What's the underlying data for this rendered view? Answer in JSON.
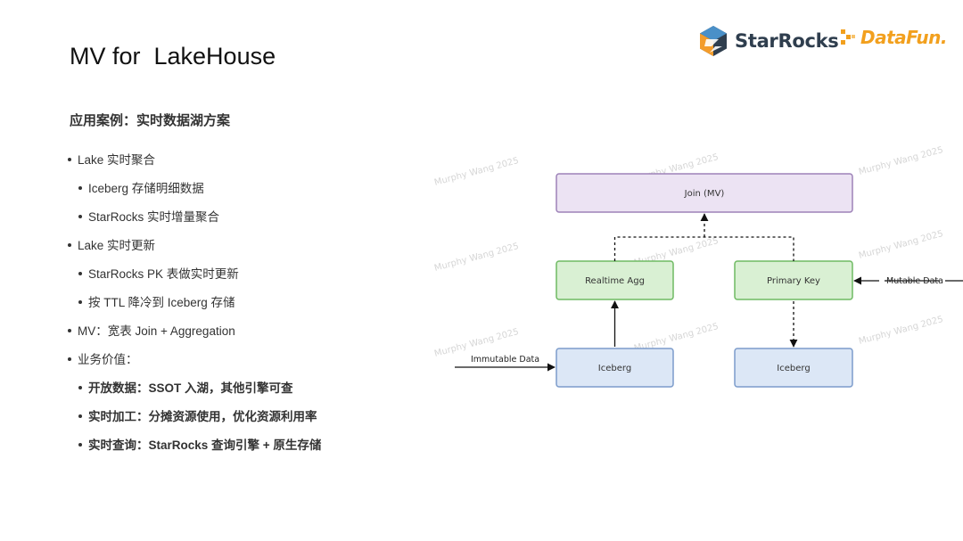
{
  "title": "MV for  LakeHouse",
  "logos": {
    "starrocks": "StarRocks",
    "datafun": "DataFun."
  },
  "subtitle": "应用案例：实时数据湖方案",
  "bullets": [
    {
      "text": "Lake 实时聚合",
      "level": 1,
      "bold": false
    },
    {
      "text": "Iceberg 存储明细数据",
      "level": 2,
      "bold": false
    },
    {
      "text": "StarRocks 实时增量聚合",
      "level": 2,
      "bold": false
    },
    {
      "text": "Lake 实时更新",
      "level": 1,
      "bold": false
    },
    {
      "text": "StarRocks PK 表做实时更新",
      "level": 2,
      "bold": false
    },
    {
      "text": "按 TTL 降冷到 Iceberg 存储",
      "level": 2,
      "bold": false
    },
    {
      "text": "MV：宽表 Join + Aggregation",
      "level": 1,
      "bold": false
    },
    {
      "text": "业务价值：",
      "level": 1,
      "bold": false
    },
    {
      "text": "开放数据：SSOT 入湖，其他引擎可查",
      "level": 2,
      "bold": true
    },
    {
      "text": "实时加工：分摊资源使用，优化资源利用率",
      "level": 2,
      "bold": true
    },
    {
      "text": "实时查询：StarRocks 查询引擎 + 原生存储",
      "level": 2,
      "bold": true
    }
  ],
  "diagram": {
    "nodes": {
      "join_mv": "Join (MV)",
      "realtime_agg": "Realtime Agg",
      "primary_key": "Primary Key",
      "iceberg_left": "Iceberg",
      "iceberg_right": "Iceberg"
    },
    "edge_labels": {
      "immutable": "Immutable Data",
      "mutable": "Mutable Data"
    },
    "watermark": "Murphy Wang 2025",
    "colors": {
      "purple_fill": "#ece3f3",
      "purple_stroke": "#9d82b8",
      "green_fill": "#d9f0d3",
      "green_stroke": "#6fba63",
      "blue_fill": "#dce7f6",
      "blue_stroke": "#7c9ccb"
    }
  }
}
